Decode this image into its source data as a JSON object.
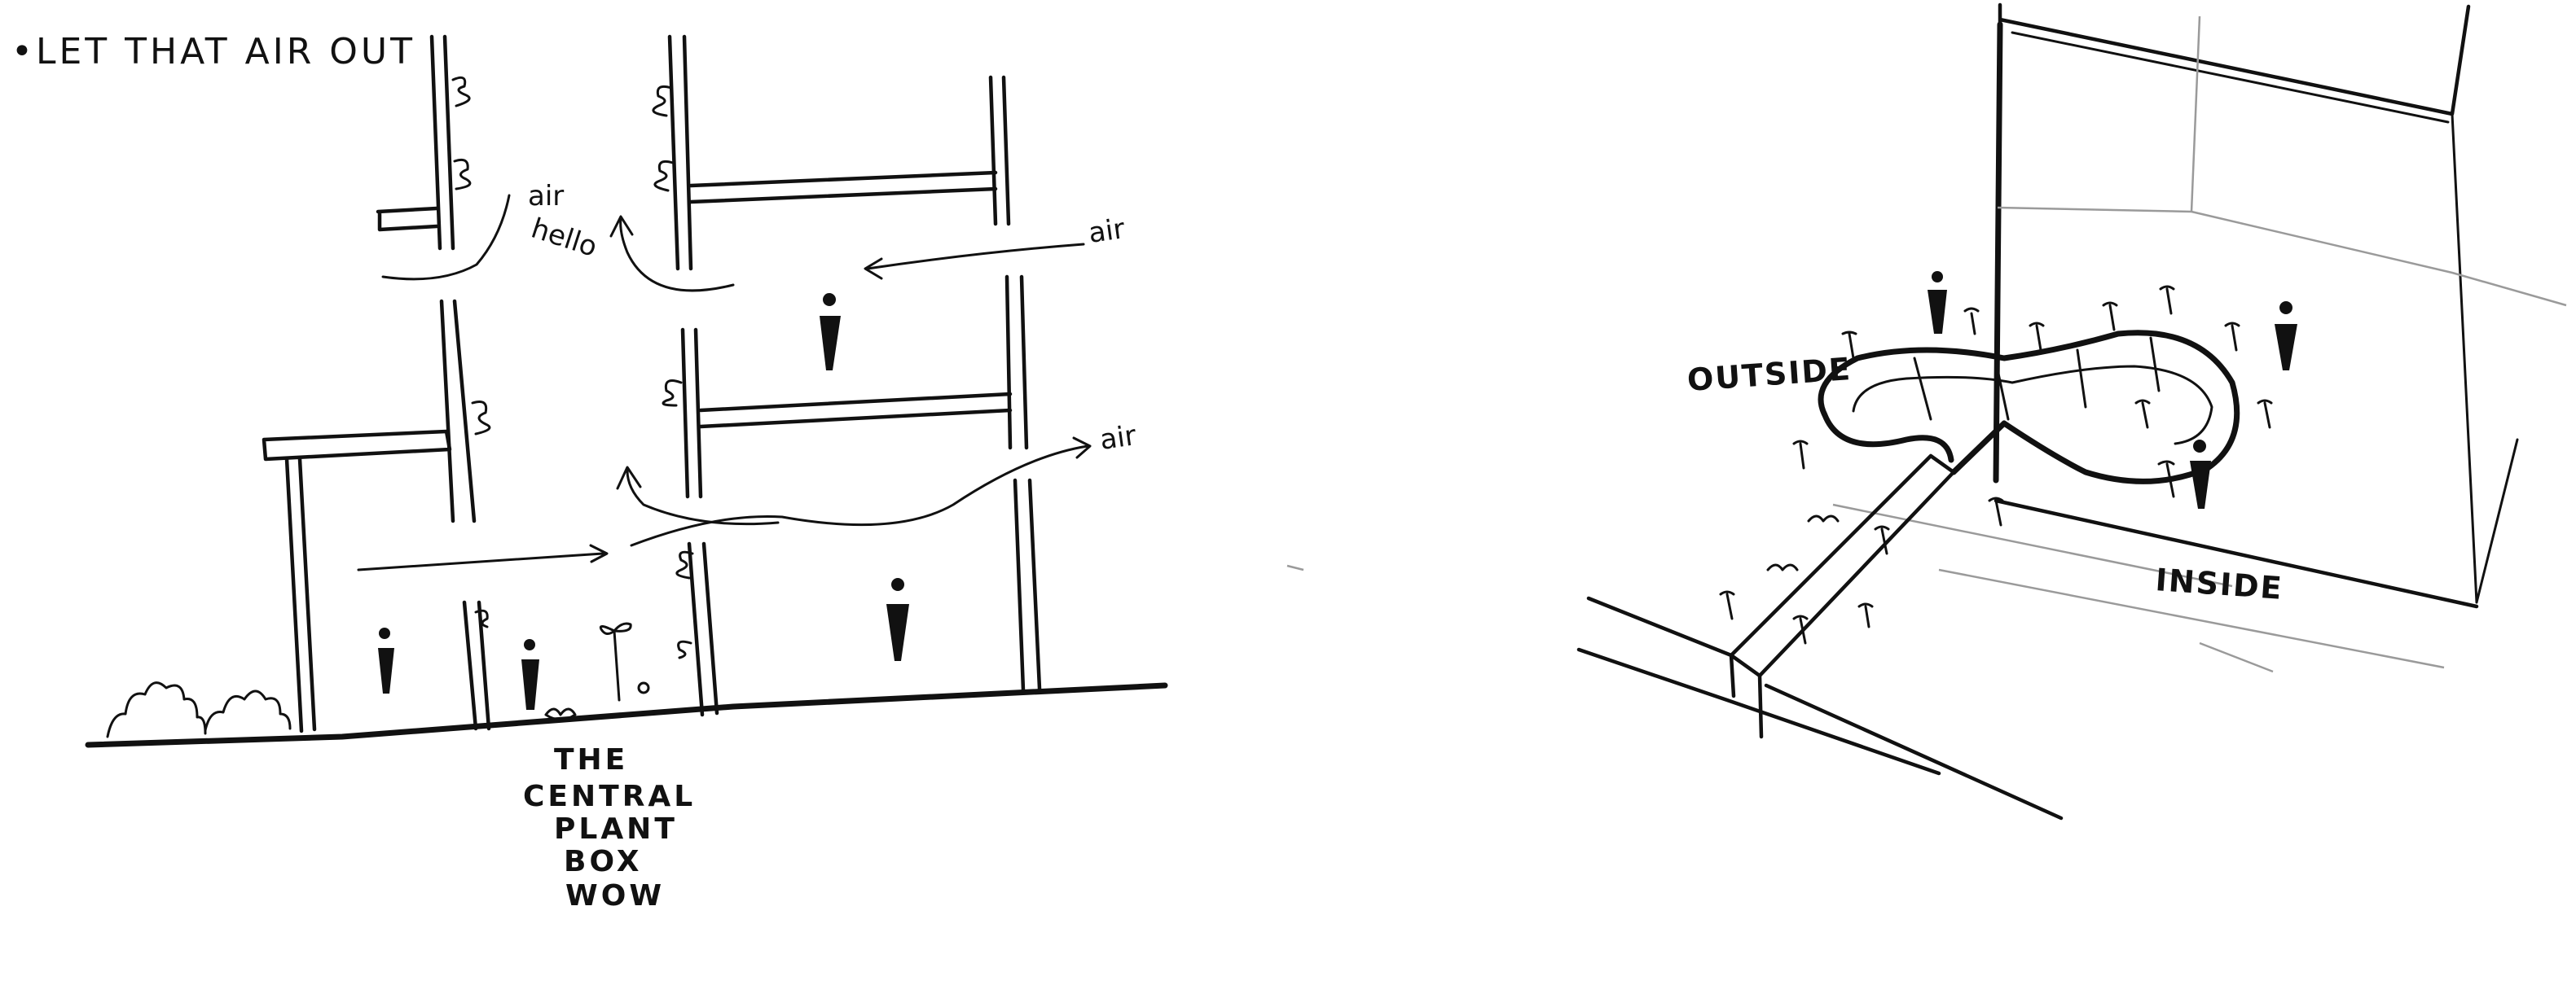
{
  "sketch_left": {
    "title": "•LET THAT AIR OUT",
    "air_labels": [
      "air",
      "hello",
      "air",
      "air"
    ],
    "caption_lines": [
      "THE",
      "CENTRAL",
      "PLANT",
      "BOX",
      "WOW"
    ]
  },
  "sketch_right": {
    "label_outside": "OUTSIDE",
    "label_inside": "INSIDE"
  },
  "colors": {
    "ink": "#111111",
    "paper": "#ffffff",
    "pencil": "#9a9a9a"
  }
}
